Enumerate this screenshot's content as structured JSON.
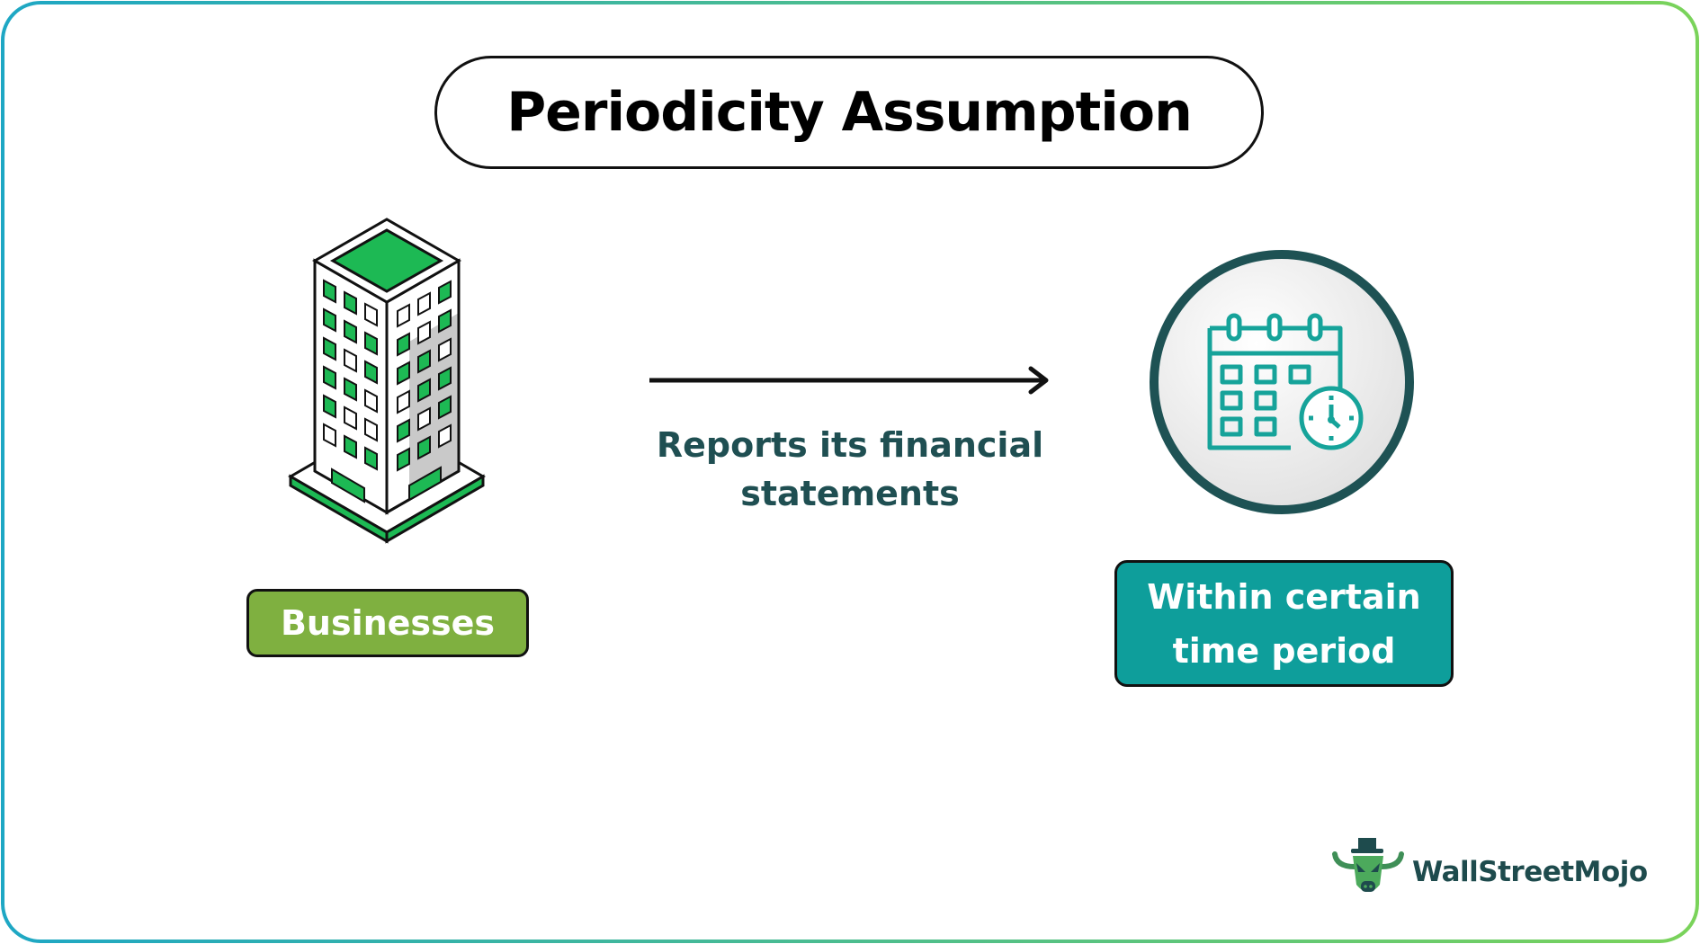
{
  "title": "Periodicity Assumption",
  "left_label": "Businesses",
  "arrow_caption": "Reports its financial statements",
  "right_label": "Within certain time period",
  "brand": "WallStreetMojo",
  "icons": {
    "left": "office-building-icon",
    "right": "calendar-clock-icon",
    "logo": "bull-mascot-icon"
  },
  "colors": {
    "border_start": "#1ea7c4",
    "border_end": "#7ad35a",
    "building_green": "#1db954",
    "businesses_bg": "#7fb040",
    "period_bg": "#0e9e9b",
    "calendar_stroke": "#16a39a",
    "caption_text": "#1f4f52",
    "ring": "#1e5254"
  }
}
